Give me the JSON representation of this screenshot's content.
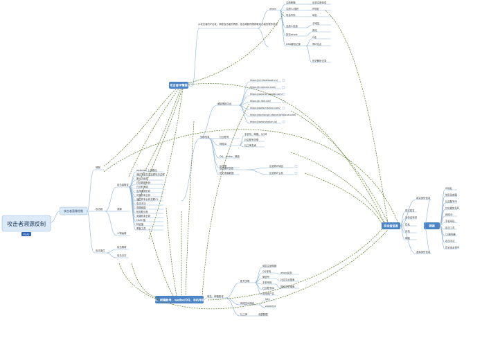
{
  "mindmap": {
    "root": {
      "title": "攻击者溯源反制",
      "tag": "PILAS"
    },
    "level1": {
      "label": "攻击者画像绘制"
    },
    "main_top": {
      "label": "攻击者IP情报"
    },
    "main_bottom": {
      "label": "域名、邮箱账号、weibo/QQ、手机号码等"
    },
    "main_right": {
      "label": "攻击者信息"
    },
    "main_far_right": {
      "label": "溯源"
    },
    "branches": {
      "b1": "情报",
      "b2": "攻击链",
      "b3": "攻击事件",
      "b4": "攻击者取证",
      "b5": "溯源",
      "b6": "人物画像",
      "b7": "攻击载荷",
      "b8": "攻击日志",
      "b9": "外部信息"
    },
    "left_items": [
      "webshell 上传路径",
      "通过流量日志还原攻击过程",
      "第三方组件",
      "日志数据分析",
      "日志时间线",
      "应用漏洞分析",
      "可疑样本分析",
      "通过样本分析关联C2",
      "攻击手法",
      "溯源链路",
      "相关联分析",
      "同源样本分析",
      "HASH值",
      "特征值",
      "黑客工具"
    ],
    "top_note": "从攻击者的IP出发，调查攻击者的情报，结合威胁情报获取攻击者的更多信息",
    "ip_section": {
      "label": "whois",
      "items": [
        "注册邮箱",
        "注册人/组织",
        "电话号码",
        "注册人信息",
        "历史whois",
        "DNS解析记录"
      ],
      "sub": [
        "反查注册信息",
        "IP地址",
        "域名",
        "子域名",
        "旁站",
        "C段",
        "同IP站点",
        "历史解析记录"
      ]
    },
    "links": {
      "label": "威胁情报平台",
      "items": [
        "https://x.threatbook.cn/",
        "https://ti.qianxin.com/",
        "https://www.virustotal.com/",
        "https://ti.360.net/",
        "https://www.maldun.com/",
        "https://exchange.xforce.ibmcloud.com/",
        "https://www.shodan.io/"
      ]
    },
    "mid_items": [
      "社交账号",
      "网络ID",
      "QQ、weibo、微信",
      "ID关联",
      "历史泄露数据"
    ],
    "mid_sub": [
      "手机号、邮箱、QQ号",
      "社交账号关联",
      "社工库查询"
    ],
    "mid_group2": {
      "label": "攻击者IP反查",
      "items": [
        "反查同IP域名",
        "反查同IP主机"
      ]
    },
    "bottom_label": "域名、邮箱账号",
    "bottom_section": {
      "label": "账号关联",
      "items": [
        "域名注册邮箱",
        "QQ号码",
        "微信号",
        "手机号码",
        "社交账号ID",
        "常用用户名"
      ],
      "right_items": [
        "whois反查",
        "社交平台搜索",
        "搜索引擎搜索"
      ],
      "group2": "网络空间测绘",
      "g2_items": [
        "fofa",
        "zoomeye"
      ],
      "group3": "社工库",
      "g3_items": [
        "泄露数据"
      ]
    },
    "right_info": {
      "left_items": [
        "真实姓名",
        "身份证号码",
        "住址",
        "手机",
        "邮箱"
      ],
      "connector_top": "真实身份信息",
      "connector_bottom": "虚拟身份信息",
      "far_items": [
        "IP地址",
        "域名及邮箱",
        "社交账号ID",
        "QQ/微信号码",
        "网络ID",
        "手机号码",
        "攻击工具",
        "C2服务器",
        "攻击手法",
        "历史攻击事件"
      ]
    }
  }
}
